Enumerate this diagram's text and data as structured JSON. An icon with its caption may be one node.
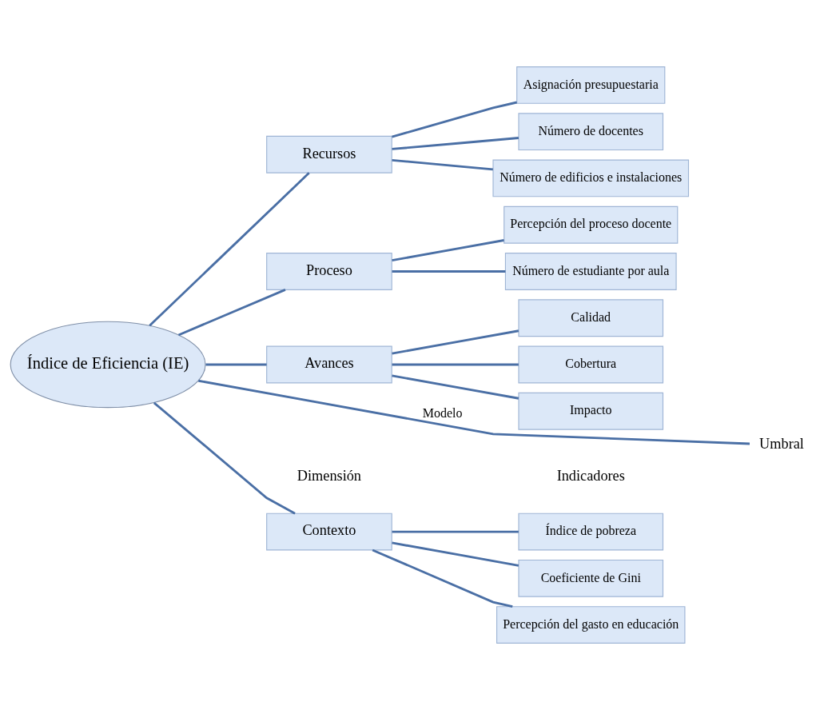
{
  "diagram": {
    "nodes": [
      {
        "text": [
          "Índice de Eficiencia (IE)"
        ]
      },
      {
        "text": [
          "Contexto"
        ]
      },
      {
        "text": [
          "Índice de pobreza"
        ]
      },
      {
        "text": [
          "Coeficiente de Gini"
        ]
      },
      {
        "text": [
          "Percepción del gasto en educación"
        ]
      },
      {
        "text": [
          "Recursos"
        ]
      },
      {
        "text": [
          "Número de docentes"
        ]
      },
      {
        "text": [
          "Número de edificios e instalaciones"
        ]
      },
      {
        "text": [
          "Asignación presupuestaria"
        ]
      },
      {
        "text": [
          "Proceso"
        ]
      },
      {
        "text": [
          "Número de estudiante por aula"
        ]
      },
      {
        "text": [
          "Percepción del proceso docente"
        ]
      },
      {
        "text": [
          "Avances"
        ]
      },
      {
        "text": [
          "Cobertura"
        ]
      },
      {
        "text": [
          "Impacto"
        ]
      },
      {
        "text": [
          "Calidad"
        ]
      },
      {
        "text": [
          "Umbral"
        ]
      }
    ],
    "edges": [
      {
        "from": 0,
        "to": 1,
        "arrow": "none"
      },
      {
        "from": 0,
        "to": 5,
        "arrow": "none"
      },
      {
        "from": 0,
        "to": 9,
        "arrow": "none"
      },
      {
        "from": 0,
        "to": 12,
        "arrow": "none"
      },
      {
        "from": 1,
        "to": 2,
        "arrow": "none"
      },
      {
        "from": 1,
        "to": 3,
        "arrow": "none"
      },
      {
        "from": 1,
        "to": 4,
        "arrow": "none"
      },
      {
        "from": 5,
        "to": 6,
        "arrow": "none"
      },
      {
        "from": 5,
        "to": 7,
        "arrow": "none"
      },
      {
        "from": 5,
        "to": 8,
        "arrow": "none"
      },
      {
        "from": 9,
        "to": 10,
        "arrow": "none"
      },
      {
        "from": 9,
        "to": 11,
        "arrow": "none"
      },
      {
        "from": 12,
        "to": 13,
        "arrow": "none"
      },
      {
        "from": 12,
        "to": 14,
        "arrow": "none"
      },
      {
        "from": 12,
        "to": 15,
        "arrow": "none"
      },
      {
        "from": 0,
        "to": 16,
        "arrow": "none",
        "label": "Modelo"
      }
    ],
    "labels": [
      "Dimensión",
      "Indicadores"
    ]
  }
}
